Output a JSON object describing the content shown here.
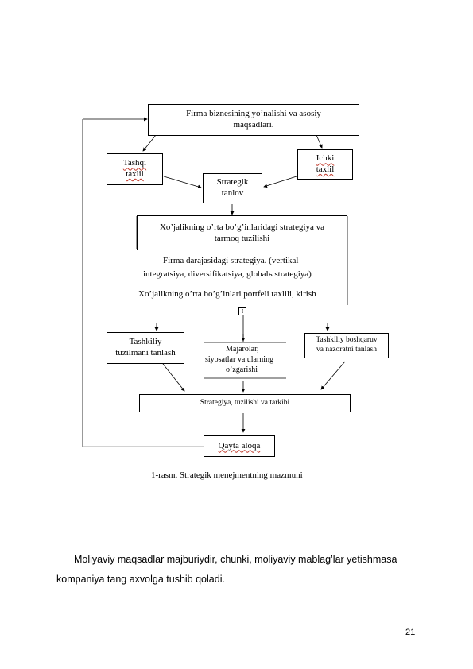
{
  "diagram": {
    "top_box": {
      "line1": "Firma biznesining yo’nalishi  va asosiy",
      "line2": "maqsadlari."
    },
    "left_box": {
      "line1": "Tashqi",
      "line2": "taxlil"
    },
    "right_box": {
      "line1": "Ichki",
      "line2": "taxlil"
    },
    "center_box": {
      "line1": "Strategik",
      "line2": "tanlov"
    },
    "strategy_block": {
      "title_line1": "Xo’jalikning o’rta bo’g’inlaridagi strategiya va",
      "title_line2": "tarmoq tuzilishi",
      "sub_line1": "Firma darajasidagi strategiya. (vertikal",
      "sub_line2": "integratsiya, diversifikatsiya, globalь strategiya)",
      "portfolio_line": "Xo’jalikning o’rta bo’g’inlari portfeli taxlili, kirish",
      "small_marker": "I"
    },
    "structure_box": {
      "line1": "Tashkiliy",
      "line2": "tuzilmani tanlash"
    },
    "policy_box": {
      "line1": "Majarolar,",
      "line2": "siyosatlar va ularning",
      "line3": "o’zgarishi"
    },
    "control_box": {
      "line1": "Tashkiliy boshqaruv",
      "line2": "va nazoratni tanlash"
    },
    "bottom_bar": {
      "text": "Strategiya,  tuzilishi va tarkibi"
    },
    "feedback_box": {
      "text": "Qayta aloqa"
    },
    "caption": "1-rasm. Strategik menejmentning mazmuni"
  },
  "body_text": {
    "line1": "Moliyaviy maqsadlar majburiydir, chunki, moliyaviy mablag’lar yetishmasa",
    "line2": "kompaniya tang axvolga tushib qoladi."
  },
  "page_number": "21"
}
